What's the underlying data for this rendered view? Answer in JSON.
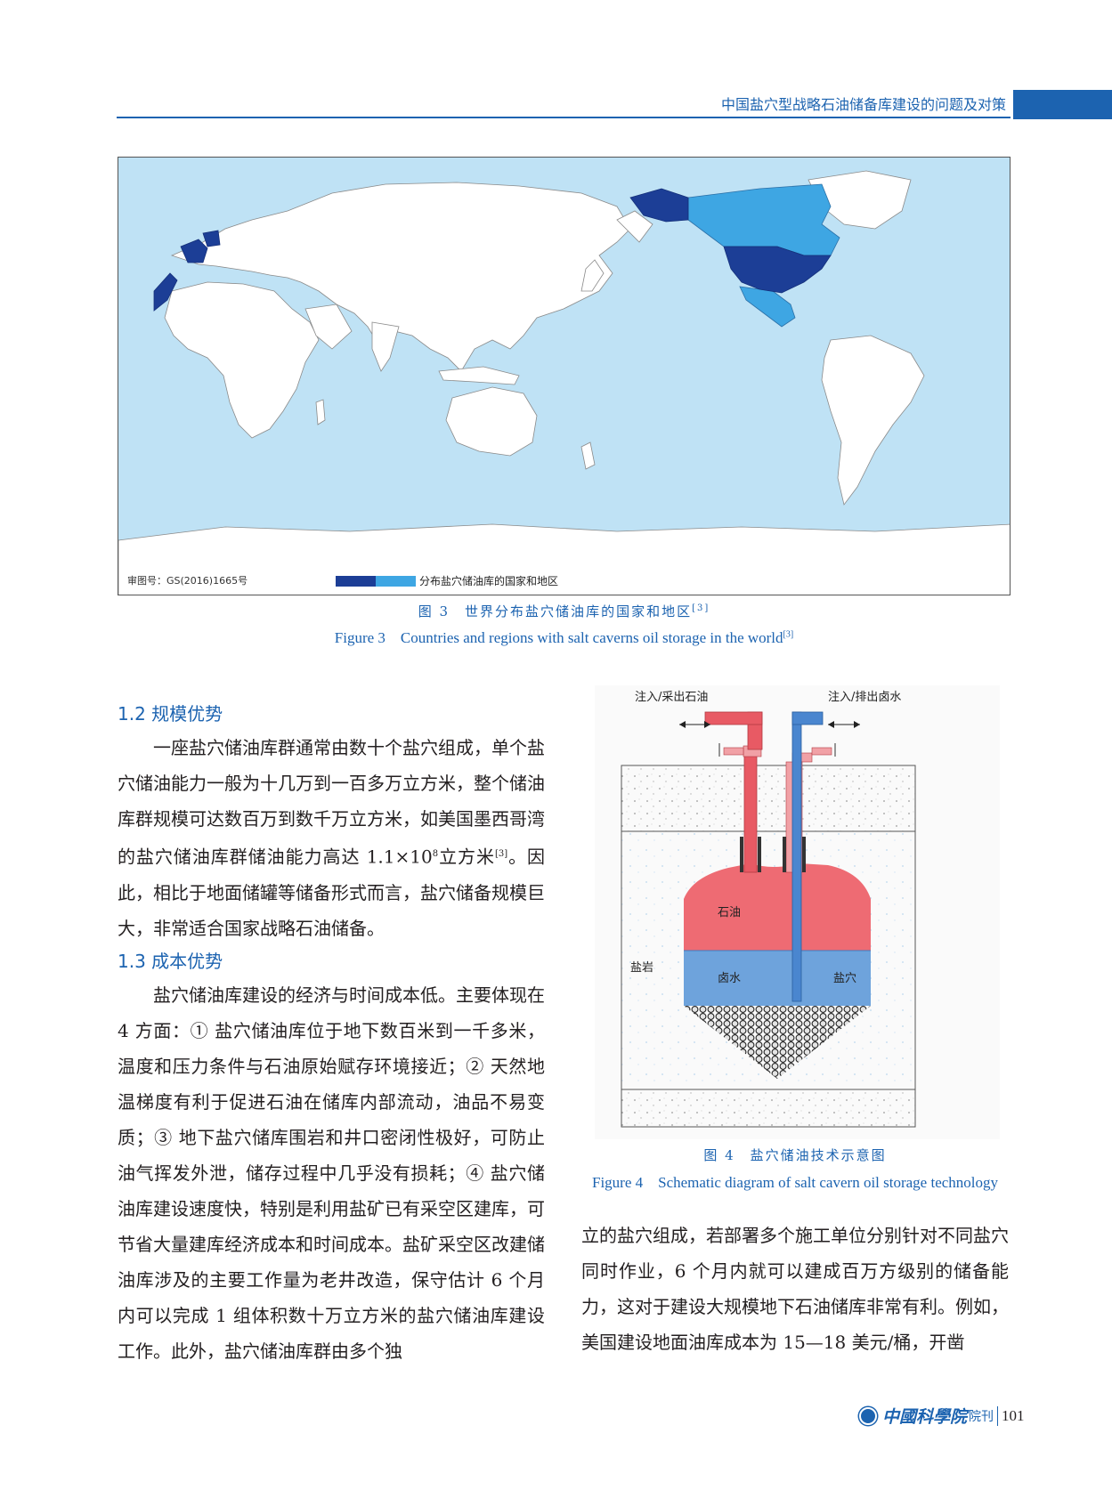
{
  "header": {
    "running_title": "中国盐穴型战略石油储备库建设的问题及对策"
  },
  "figure3": {
    "review_number": "审图号：GS(2016)1665号",
    "legend_label": "分布盐穴储油库的国家和地区",
    "caption_cn": "图 3　世界分布盐穴储油库的国家和地区",
    "caption_cn_ref": "[3]",
    "caption_en": "Figure 3　Countries and regions with salt caverns oil storage in the world",
    "caption_en_ref": "[3]",
    "colors": {
      "ocean": "#bfe2f5",
      "land": "#ffffff",
      "dark": "#1c3e96",
      "light": "#3ea6e3"
    }
  },
  "section_1_2": {
    "heading": "1.2  规模优势",
    "para1_a": "一座盐穴储油库群通常由数十个盐穴组成，单个盐穴储油能力一般为十几万到一百多万立方米，整个储油库群规模可达数百万到数千万立方米，如美国墨西哥湾的盐穴储油库群储油能力高达 1.1×10",
    "para1_sup": "8",
    "para1_b": "立方米",
    "para1_ref": "[3]",
    "para1_c": "。因此，相比于地面储罐等储备形式而言，盐穴储备规模巨大，非常适合国家战略石油储备。"
  },
  "section_1_3": {
    "heading": "1.3  成本优势",
    "para1": "盐穴储油库建设的经济与时间成本低。主要体现在 4 方面：① 盐穴储油库位于地下数百米到一千多米，温度和压力条件与石油原始赋存环境接近；② 天然地温梯度有利于促进石油在储库内部流动，油品不易变质；③ 地下盐穴储库围岩和井口密闭性极好，可防止油气挥发外泄，储存过程中几乎没有损耗；④ 盐穴储油库建设速度快，特别是利用盐矿已有采空区建库，可节省大量建库经济成本和时间成本。盐矿采空区改建储油库涉及的主要工作量为老井改造，保守估计 6 个月内可以完成 1 组体积数十万立方米的盐穴储油库建设工作。此外，盐穴储油库群由多个独",
    "para2": "立的盐穴组成，若部署多个施工单位分别针对不同盐穴同时作业，6 个月内就可以建成百万方级别的储备能力，这对于建设大规模地下石油储库非常有利。例如，美国建设地面油库成本为 15—18 美元/桶，开凿"
  },
  "figure4": {
    "label_oil_io": "注入/采出石油",
    "label_brine_io": "注入/排出卤水",
    "label_oil": "石油",
    "label_brine": "卤水",
    "label_salt_rock": "盐岩",
    "label_cavern": "盐穴",
    "caption_cn": "图 4　盐穴储油技术示意图",
    "caption_en": "Figure 4　Schematic diagram of salt cavern oil storage technology",
    "colors": {
      "oil": "#ee6b73",
      "brine": "#6ea3dc",
      "pipe_oil": "#e85a64",
      "pipe_brine": "#4a86cf"
    }
  },
  "footer": {
    "brand": "中國科學院",
    "brand_suffix": "院刊",
    "page_number": "101"
  }
}
